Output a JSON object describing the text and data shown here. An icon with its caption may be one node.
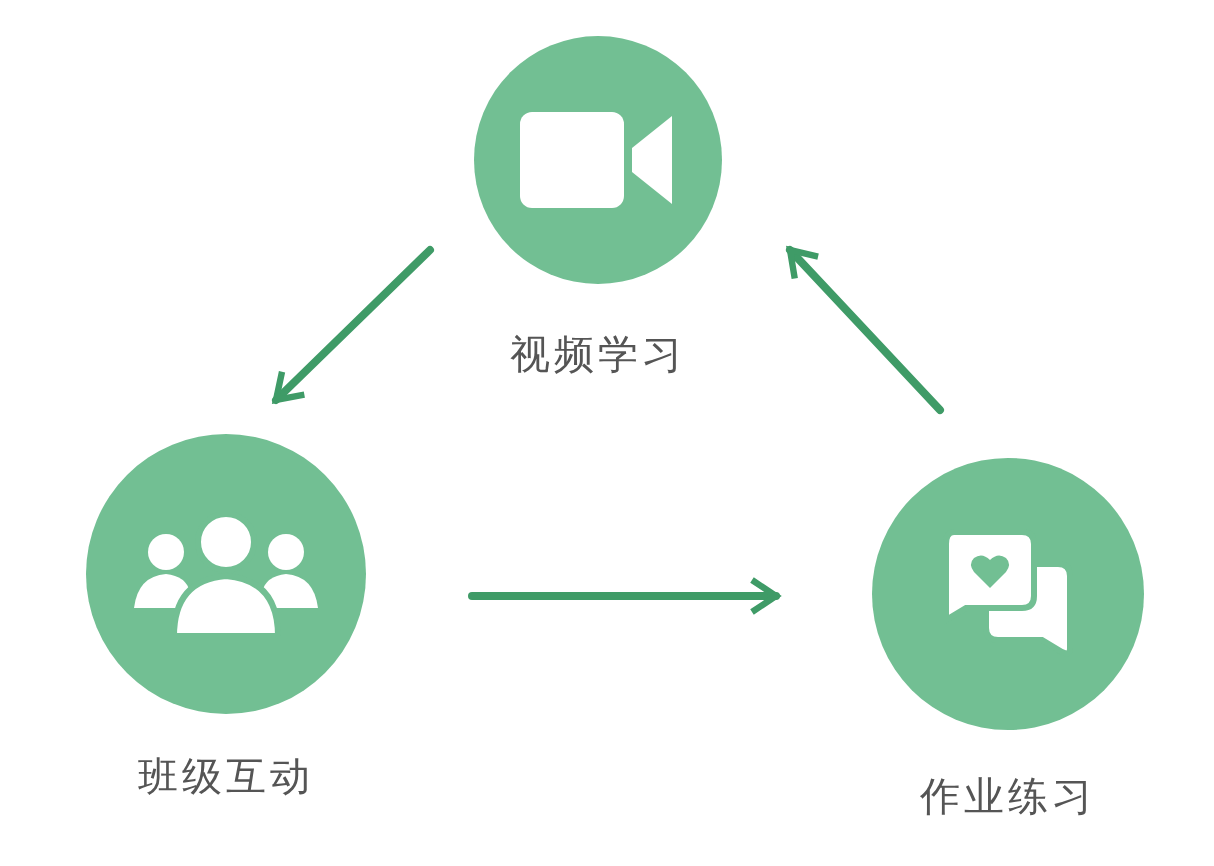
{
  "diagram": {
    "nodes": [
      {
        "text": [
          "视频学习"
        ]
      },
      {
        "text": [
          "班级互动"
        ]
      },
      {
        "text": [
          "作业练习"
        ]
      }
    ],
    "edges": [
      {
        "from": 0,
        "to": 1,
        "arrow": "to"
      },
      {
        "from": 1,
        "to": 2,
        "arrow": "to"
      },
      {
        "from": 2,
        "to": 0,
        "arrow": "to"
      }
    ]
  }
}
